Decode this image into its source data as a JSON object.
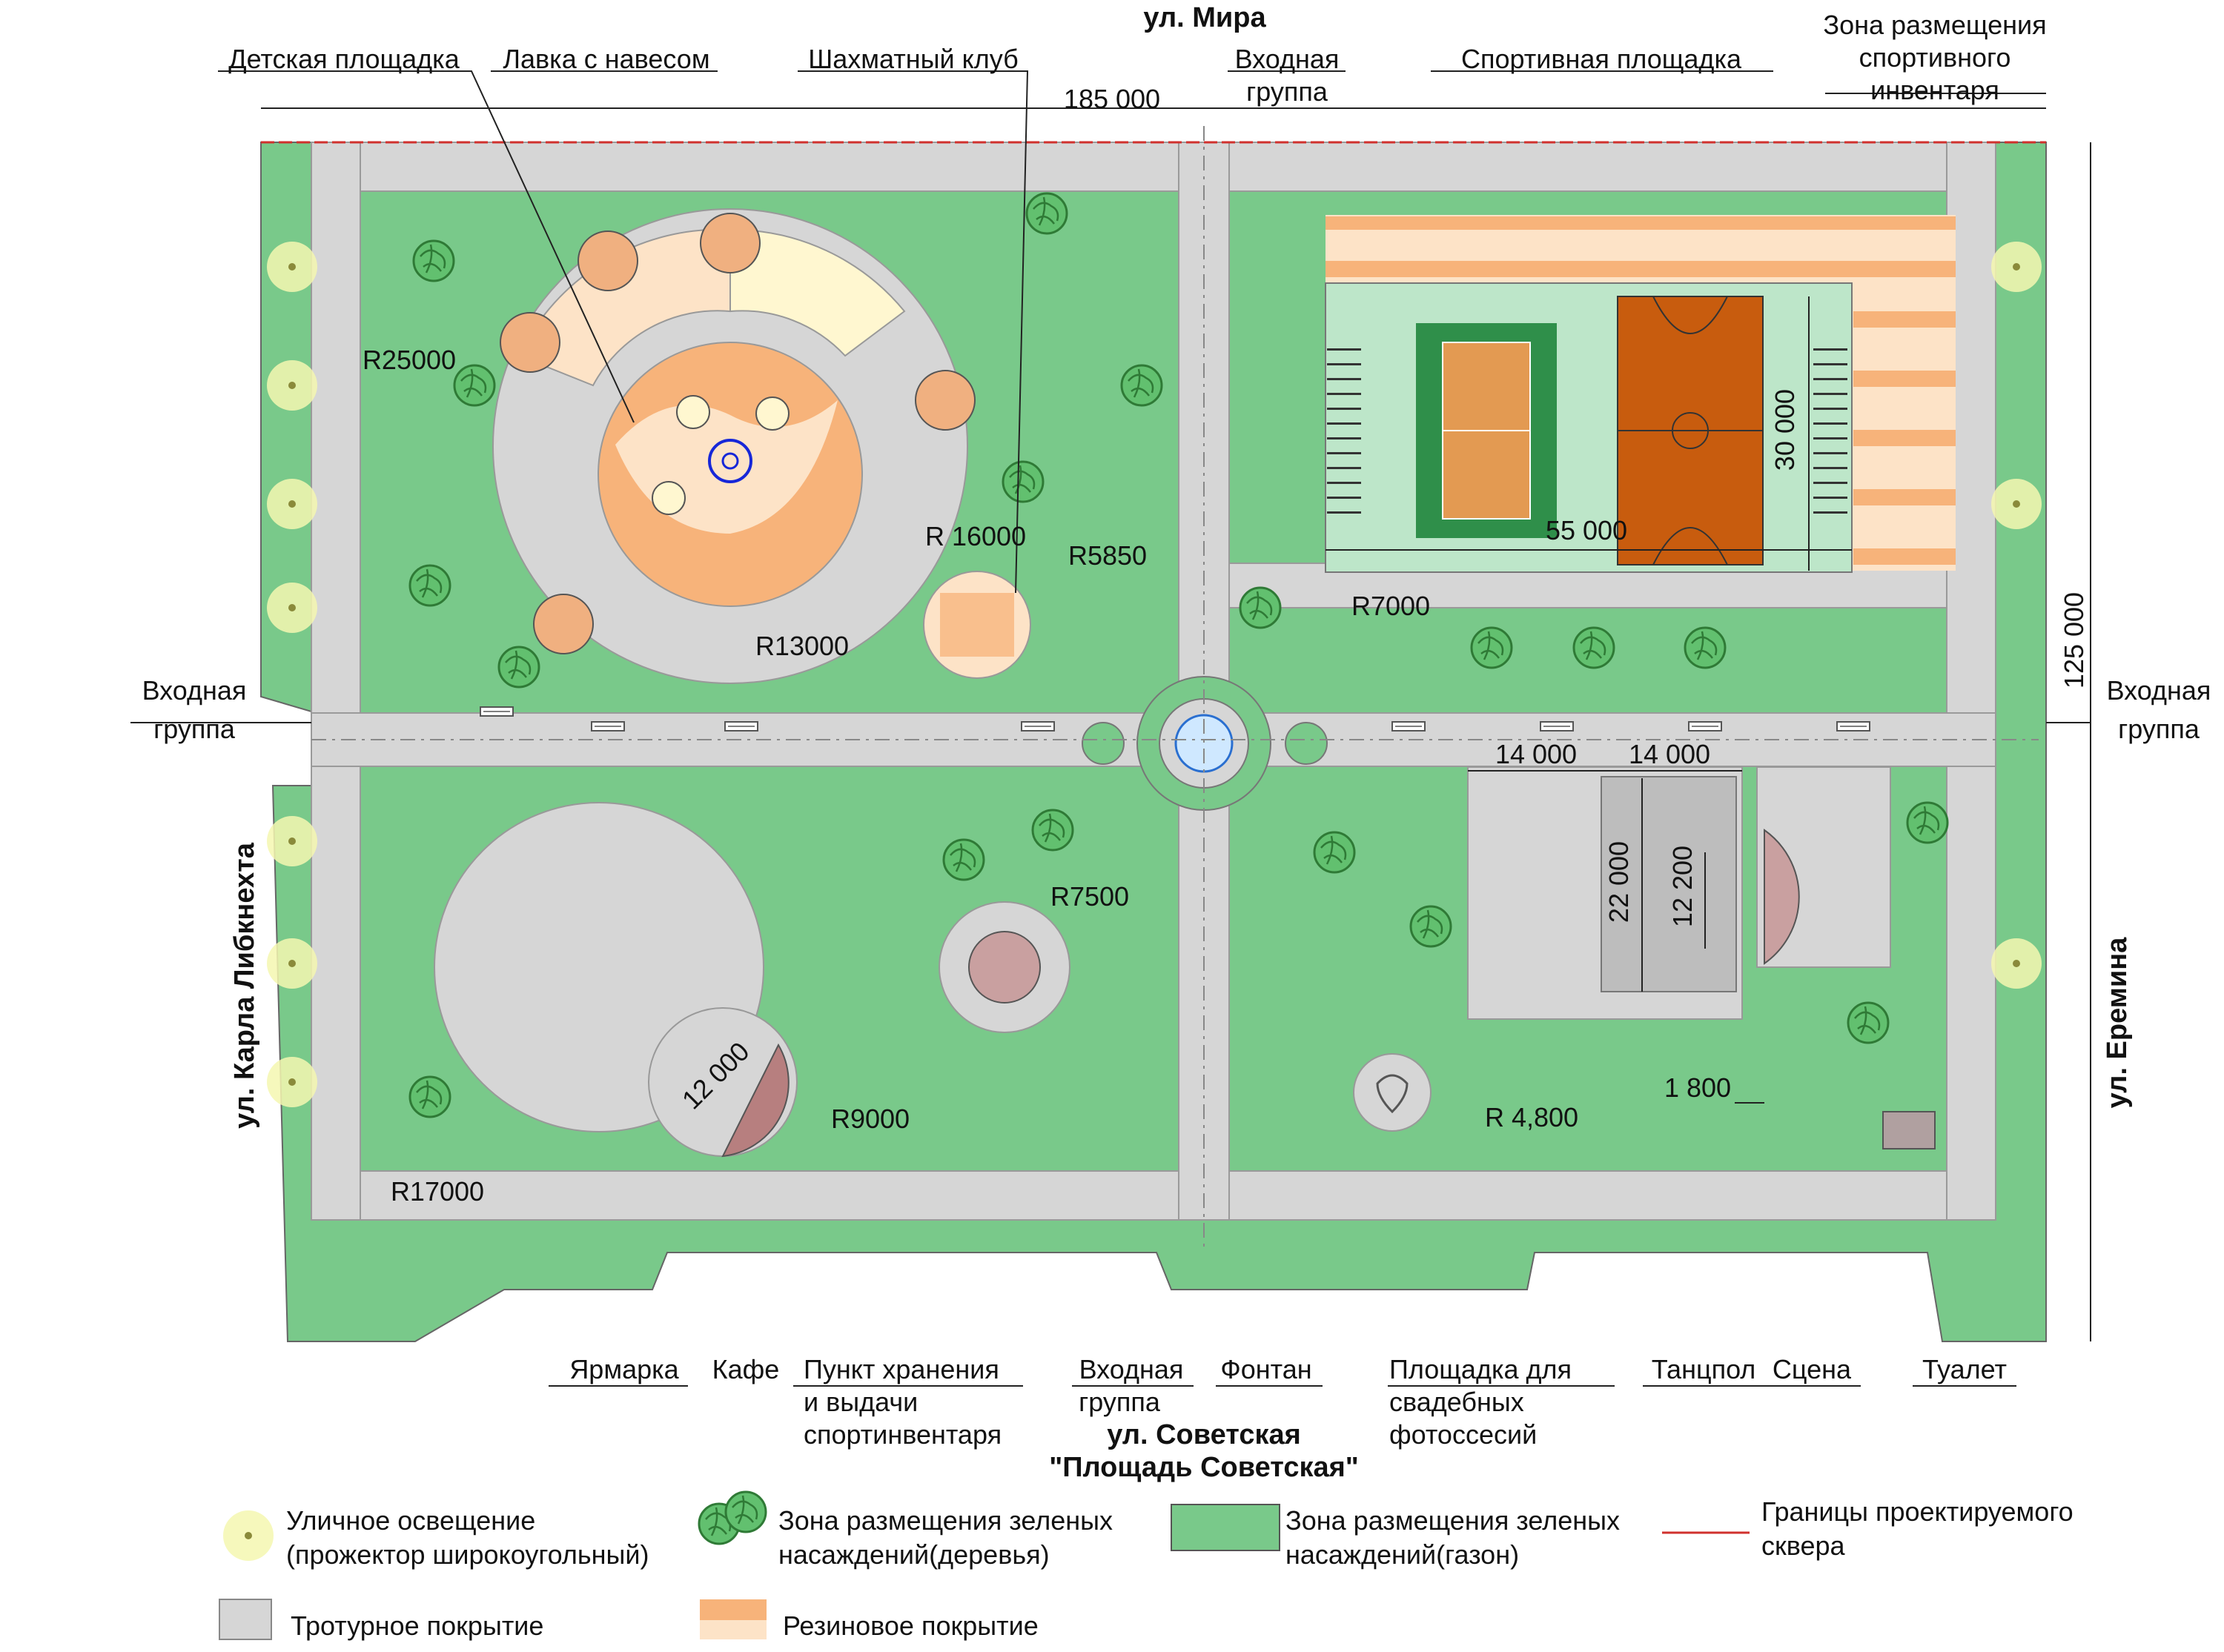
{
  "streets": {
    "top": "ул. Мира",
    "left": "ул. Карла Либкнехта",
    "right": "ул. Еремина",
    "bottom": "ул. Советская",
    "bottom_sub": "\"Площадь Советская\""
  },
  "dimensions": {
    "total_width": "185 000",
    "total_height": "125 000",
    "court_width": "55 000",
    "court_height": "30 000",
    "dance_w1": "14 000",
    "dance_w2": "14 000",
    "dance_h": "22 000",
    "stage_h": "12 200",
    "gap": "1 800",
    "cafe_d": "12 000"
  },
  "radii": {
    "r25000": "R25000",
    "r16000": "R 16000",
    "r5850": "R5850",
    "r13000": "R13000",
    "r7000": "R7000",
    "r7500": "R7500",
    "r9000": "R9000",
    "r17000": "R17000",
    "r4800": "R 4,800"
  },
  "callouts": {
    "kids": "Детская площадка",
    "bench": "Лавка с навесом",
    "chess": "Шахматный клуб",
    "entry_top_1": "Входная",
    "entry_top_2": "группа",
    "sport": "Спортивная площадка",
    "inventory_1": "Зона размещения",
    "inventory_2": "спортивного",
    "inventory_3": "инвентаря",
    "entry_left_1": "Входная",
    "entry_left_2": "группа",
    "entry_right_1": "Входная",
    "entry_right_2": "группа",
    "fair": "Ярмарка",
    "cafe": "Кафе",
    "rental_1": "Пункт хранения",
    "rental_2": "и выдачи",
    "rental_3": "спортинвентаря",
    "entry_bottom_1": "Входная",
    "entry_bottom_2": "группа",
    "fountain": "Фонтан",
    "wedding_1": "Площадка для",
    "wedding_2": "свадебных",
    "wedding_3": "фотоссесий",
    "dance": "Танцпол",
    "stage": "Сцена",
    "toilet": "Туалет"
  },
  "legend": {
    "lighting_1": "Уличное освещение",
    "lighting_2": "(прожектор широкоугольный)",
    "trees_1": "Зона размещения зеленых",
    "trees_2": "насаждений(деревья)",
    "lawn_1": "Зона размещения зеленых",
    "lawn_2": "насаждений(газон)",
    "border_1": "Границы проектируемого",
    "border_2": "сквера",
    "pavement": "Тротурное покрытие",
    "rubber": "Резиновое покрытие"
  },
  "colors": {
    "lawn": "#79c98a",
    "lawn_dark": "#5fb56f",
    "pavement": "#d6d6d6",
    "rubber": "#f7b37a",
    "rubber_light": "#fde3c7",
    "border": "#d0312d",
    "court_volley": "#e39a52",
    "court_basket": "#c85c0e"
  }
}
